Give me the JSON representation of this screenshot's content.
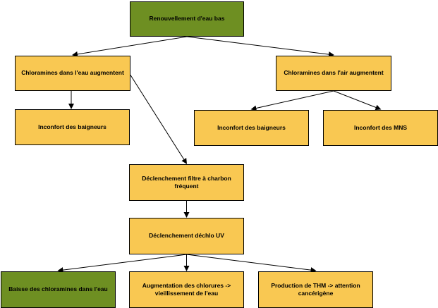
{
  "colors": {
    "green": "#6e8f22",
    "yellow": "#f9c852",
    "border": "#000000",
    "arrow": "#000000"
  },
  "nodes": [
    {
      "id": "n1",
      "label": "Renouvellement d'eau bas",
      "color": "green"
    },
    {
      "id": "n2",
      "label": "Chloramines dans l'eau augmentent",
      "color": "yellow"
    },
    {
      "id": "n3",
      "label": "Chloramines dans l'air augmentent",
      "color": "yellow"
    },
    {
      "id": "n4",
      "label": "Inconfort des baigneurs",
      "color": "yellow"
    },
    {
      "id": "n5",
      "label": "Inconfort des baigneurs",
      "color": "yellow"
    },
    {
      "id": "n6",
      "label": "Inconfort des MNS",
      "color": "yellow"
    },
    {
      "id": "n7",
      "label": "Déclenchement filtre à charbon fréquent",
      "color": "yellow"
    },
    {
      "id": "n8",
      "label": "Déclenchement déchlo UV",
      "color": "yellow"
    },
    {
      "id": "n9",
      "label": "Baisse des chloramines dans l'eau",
      "color": "green"
    },
    {
      "id": "n10",
      "label": "Augmentation des chlorures -> vieillissement de l'eau",
      "color": "yellow"
    },
    {
      "id": "n11",
      "label": "Production de THM -> attention cancérigène",
      "color": "yellow"
    }
  ],
  "edges": [
    {
      "from": "n1",
      "to": "n2"
    },
    {
      "from": "n1",
      "to": "n3"
    },
    {
      "from": "n2",
      "to": "n4"
    },
    {
      "from": "n2",
      "to": "n7"
    },
    {
      "from": "n3",
      "to": "n5"
    },
    {
      "from": "n3",
      "to": "n6"
    },
    {
      "from": "n7",
      "to": "n8"
    },
    {
      "from": "n8",
      "to": "n9"
    },
    {
      "from": "n8",
      "to": "n10"
    },
    {
      "from": "n8",
      "to": "n11"
    }
  ]
}
